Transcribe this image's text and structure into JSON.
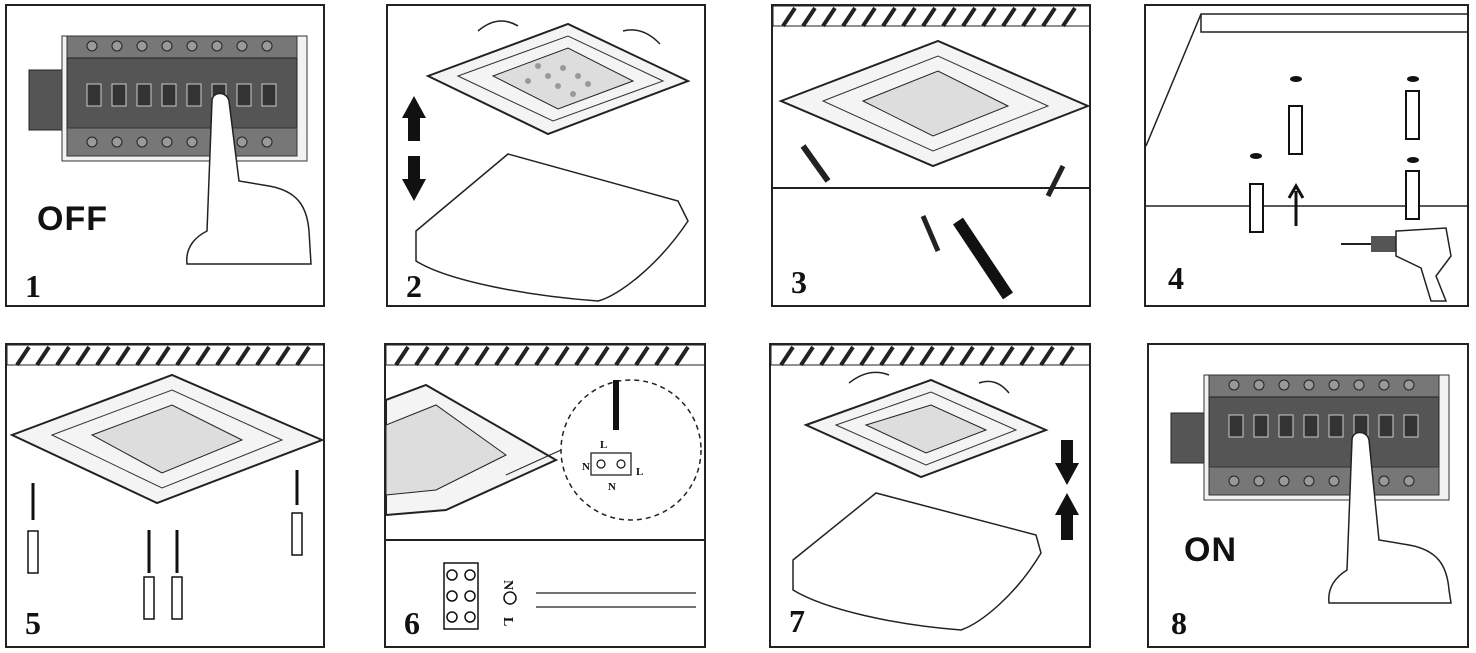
{
  "steps": [
    {
      "number": "1",
      "label": "OFF"
    },
    {
      "number": "2"
    },
    {
      "number": "3"
    },
    {
      "number": "4"
    },
    {
      "number": "5"
    },
    {
      "number": "6",
      "terminal_labels": [
        "N",
        "L"
      ],
      "wire_labels": [
        "N",
        "L",
        "N",
        "L"
      ]
    },
    {
      "number": "7"
    },
    {
      "number": "8",
      "label": "ON"
    }
  ],
  "icons": [
    "breaker-panel",
    "hand-pointer",
    "ceiling-light-base",
    "light-cover",
    "up-down-arrow",
    "ceiling-hatch",
    "pencil",
    "drill",
    "wall-plug",
    "screw",
    "screwdriver",
    "terminal-block",
    "rotate-arrow"
  ]
}
